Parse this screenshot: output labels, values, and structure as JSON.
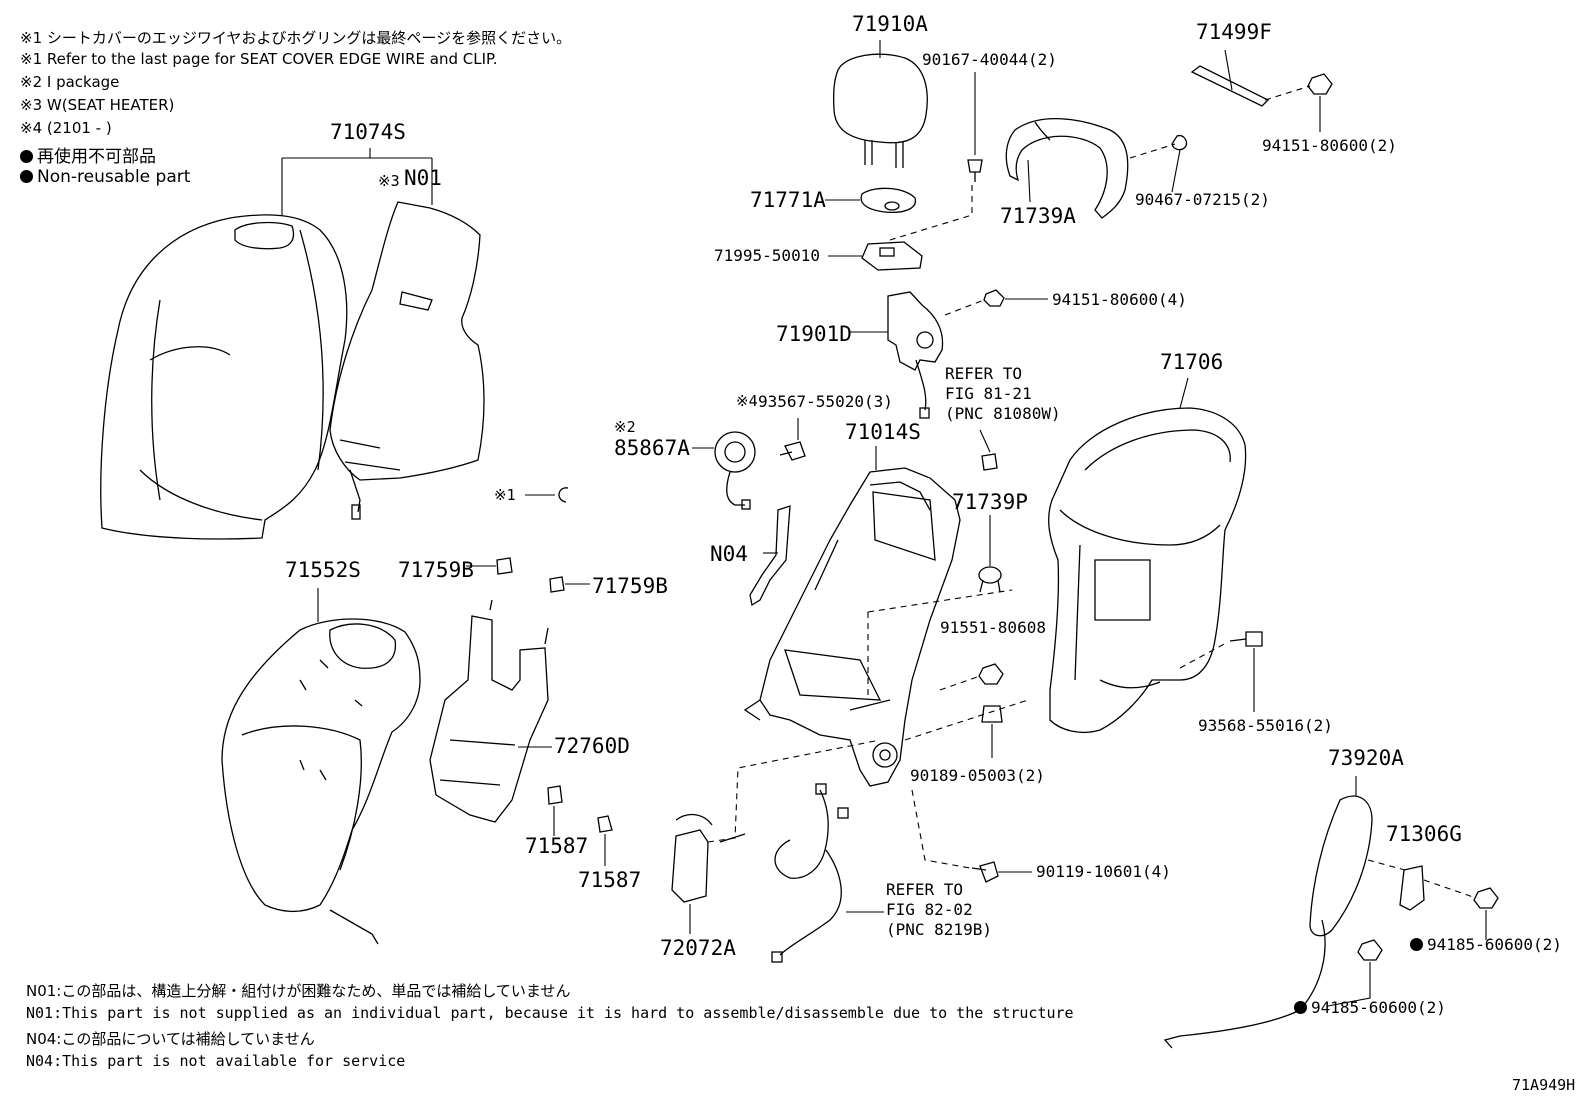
{
  "notes": {
    "n1_jp": "※1 シートカバーのエッジワイヤおよびホグリングは最終ページを参照ください。",
    "n1_en": "※1 Refer to the last page for SEAT COVER EDGE WIRE and CLIP.",
    "n2": "※2 I package",
    "n3": "※3 W(SEAT HEATER)",
    "n4": "※4 (2101 -    )",
    "nr_jp": "再使用不可部品",
    "nr_en": "Non-reusable part"
  },
  "parts": {
    "p71074S": "71074S",
    "pN01": "N01",
    "pN01_mark": "※3",
    "p71910A": "71910A",
    "p90167": "90167-40044(2)",
    "p71499F": "71499F",
    "p94151_2": "94151-80600(2)",
    "p90467": "90467-07215(2)",
    "p71771A": "71771A",
    "p71739A": "71739A",
    "p71995": "71995-50010",
    "p94151_4": "94151-80600(4)",
    "p71901D": "71901D",
    "refer1_a": "REFER TO",
    "refer1_b": "FIG 81-21",
    "refer1_c": "(PNC 81080W)",
    "p71706": "71706",
    "p93567": "93567-55020(3)",
    "p93567_mark": "※4",
    "p85867A_mark": "※2",
    "p85867A": "85867A",
    "p71014S": "71014S",
    "pX1": "※1",
    "p71739P": "71739P",
    "pN04": "N04",
    "p71552S": "71552S",
    "p71759B_a": "71759B",
    "p71759B_b": "71759B",
    "p91551": "91551-80608",
    "p93568": "93568-55016(2)",
    "p72760D": "72760D",
    "p90189": "90189-05003(2)",
    "p73920A": "73920A",
    "p71587_a": "71587",
    "p71587_b": "71587",
    "p71306G": "71306G",
    "p90119": "90119-10601(4)",
    "refer2_a": "REFER TO",
    "refer2_b": "FIG 82-02",
    "refer2_c": "(PNC 8219B)",
    "p94185_a": "94185-60600(2)",
    "p94185_b": "94185-60600(2)",
    "p72072A": "72072A"
  },
  "footnotes": {
    "f1_jp": "N01:この部品は、構造上分解・組付けが困難なため、単品では補給していません",
    "f1_en": "N01:This part is not supplied as an individual part, because it is hard to assemble/disassemble due to the structure",
    "f2_jp": "N04:この部品については補給していません",
    "f2_en": "N04:This part is not available for service"
  },
  "figure_id": "71A949H"
}
